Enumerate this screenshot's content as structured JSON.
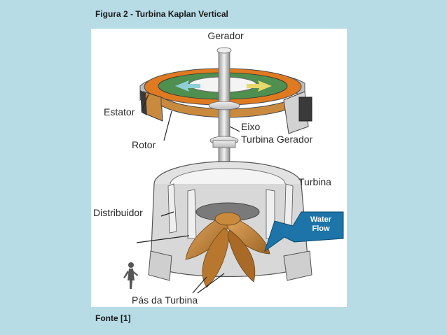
{
  "caption": "Figura 2 - Turbina Kaplan Vertical",
  "source": "Fonte [1]",
  "labels": {
    "gerador": "Gerador",
    "estator": "Estator",
    "rotor": "Rotor",
    "eixo_line1": "Eixo",
    "eixo_line2": "Turbina Gerador",
    "turbina": "Turbina",
    "distribuidor": "Distribuidor",
    "water_line1": "Water",
    "water_line2": "Flow",
    "pas": "Pás da Turbina"
  },
  "colors": {
    "background": "#b7dce6",
    "panel": "#ffffff",
    "blade_orange": "#c98a3e",
    "water_arrow": "#1d74a8",
    "metal": "#d9d9d9"
  }
}
